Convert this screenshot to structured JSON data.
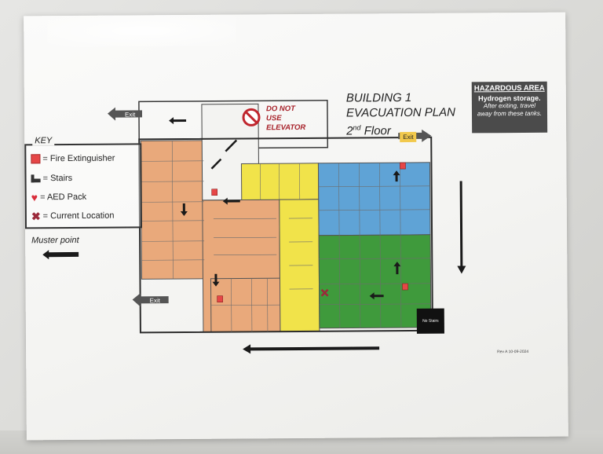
{
  "sign": {
    "title": "BUILDING 1",
    "subtitle": "EVACUATION PLAN",
    "floor_number": "2",
    "floor_suffix": "nd",
    "floor_label": "Floor",
    "do_not_use": [
      "DO NOT",
      "USE",
      "ELEVATOR"
    ],
    "exit_label": "Exit",
    "no_stairs": "No Stairs",
    "revision": "Rev A 10-09-2024"
  },
  "hazard": {
    "heading": "HAZARDOUS AREA",
    "subheading": "Hydrogen storage.",
    "text": "After exiting, travel away from these tanks."
  },
  "key": {
    "title": "KEY",
    "items": [
      {
        "icon": "fire-extinguisher-icon",
        "label": "= Fire Extinguisher"
      },
      {
        "icon": "stairs-icon",
        "label": "= Stairs"
      },
      {
        "icon": "aed-heart-icon",
        "label": "= AED Pack"
      },
      {
        "icon": "current-location-icon",
        "label": "= Current Location"
      }
    ]
  },
  "muster": {
    "label": "Muster point"
  },
  "colors": {
    "zone_orange": "#e9a97b",
    "zone_yellow": "#f1e34a",
    "zone_blue": "#5fa3d6",
    "zone_green": "#3f9a3c",
    "wall": "#3a3a3a",
    "alert_red": "#a8232b"
  }
}
